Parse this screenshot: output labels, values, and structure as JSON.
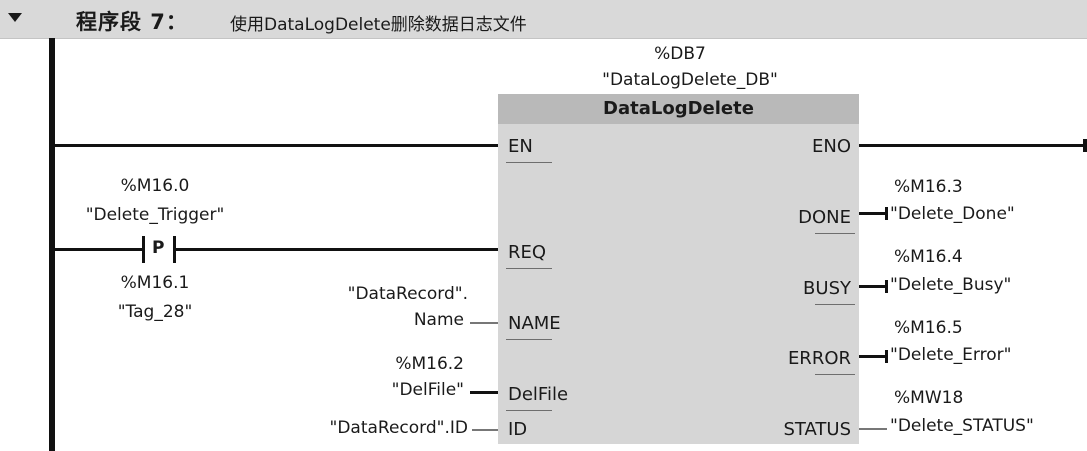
{
  "segment": {
    "label": "程序段 7：",
    "comment": "使用DataLogDelete删除数据日志文件"
  },
  "instance": {
    "address": "%DB7",
    "name": "\"DataLogDelete_DB\""
  },
  "block": {
    "title": "DataLogDelete",
    "inputs": {
      "en": "EN",
      "req": "REQ",
      "name": "NAME",
      "delfile": "DelFile",
      "id": "ID"
    },
    "outputs": {
      "eno": "ENO",
      "done": "DONE",
      "busy": "BUSY",
      "error": "ERROR",
      "status": "STATUS"
    }
  },
  "contact": {
    "address": "%M16.0",
    "name": "\"Delete_Trigger\"",
    "symbol": "P",
    "edge_address": "%M16.1",
    "edge_name": "\"Tag_28\""
  },
  "params": {
    "name_line1": "\"DataRecord\".",
    "name_line2": "Name",
    "delfile_address": "%M16.2",
    "delfile_name": "\"DelFile\"",
    "id_value": "\"DataRecord\".ID"
  },
  "outs": {
    "done_address": "%M16.3",
    "done_name": "\"Delete_Done\"",
    "busy_address": "%M16.4",
    "busy_name": "\"Delete_Busy\"",
    "error_address": "%M16.5",
    "error_name": "\"Delete_Error\"",
    "status_address": "%MW18",
    "status_name": "\"Delete_STATUS\""
  }
}
